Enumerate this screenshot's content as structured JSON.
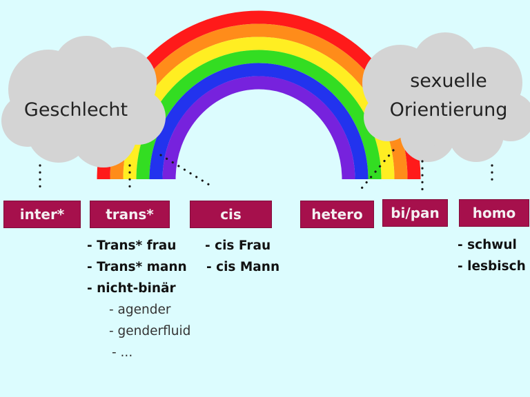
{
  "clouds": {
    "left": "Geschlecht",
    "right_line1": "sexuelle",
    "right_line2": "Orientierung"
  },
  "boxes": {
    "inter": "inter*",
    "trans": "trans*",
    "cis": "cis",
    "hetero": "hetero",
    "bipan": "bi/pan",
    "homo": "homo"
  },
  "trans_list": {
    "item1": "- Trans* frau",
    "item2": "- Trans* mann",
    "item3": "- nicht-binär",
    "sub1": "- agender",
    "sub2": "- genderfluid",
    "sub3": "- ..."
  },
  "cis_list": {
    "item1": "- cis Frau",
    "item2": "- cis Mann"
  },
  "homo_list": {
    "item1": "- schwul",
    "item2": "- lesbisch"
  },
  "colors": {
    "background": "#dcfcfe",
    "box": "#a6104c",
    "cloud": "#d4d4d4",
    "rainbow": [
      "#ff1a1a",
      "#ff8c1a",
      "#ffee22",
      "#33dd22",
      "#2233ee",
      "#7722dd"
    ]
  }
}
